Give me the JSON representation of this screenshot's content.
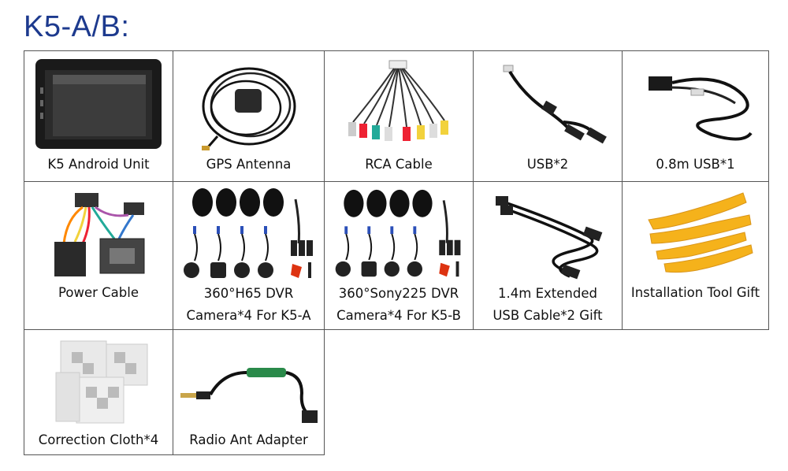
{
  "page": {
    "title": "K5-A/B:"
  },
  "items": [
    {
      "name": "k5-android-unit",
      "icon": "car-headunit-icon",
      "lines": [
        "K5 Android Unit"
      ]
    },
    {
      "name": "gps-antenna",
      "icon": "gps-antenna-icon",
      "lines": [
        "GPS Antenna"
      ]
    },
    {
      "name": "rca-cable",
      "icon": "rca-cable-icon",
      "lines": [
        "RCA Cable"
      ]
    },
    {
      "name": "usb-2",
      "icon": "usb-cable-icon",
      "lines": [
        "USB*2"
      ]
    },
    {
      "name": "usb-0-8m",
      "icon": "usb-cable-icon",
      "lines": [
        "0.8m USB*1"
      ]
    },
    {
      "name": "power-cable",
      "icon": "power-harness-icon",
      "lines": [
        "Power Cable"
      ]
    },
    {
      "name": "camera-h65",
      "icon": "camera-set-icon",
      "lines": [
        "360°H65 DVR",
        "Camera*4 For K5-A"
      ]
    },
    {
      "name": "camera-sony225",
      "icon": "camera-set-icon",
      "lines": [
        "360°Sony225 DVR",
        "Camera*4 For K5-B"
      ]
    },
    {
      "name": "usb-extended",
      "icon": "usb-cable-icon",
      "lines": [
        "1.4m Extended",
        "USB Cable*2 Gift"
      ]
    },
    {
      "name": "installation-tool",
      "icon": "pry-tool-icon",
      "lines": [
        "Installation Tool Gift"
      ]
    },
    {
      "name": "correction-cloth",
      "icon": "calibration-cloth-icon",
      "lines": [
        "Correction Cloth*4"
      ]
    },
    {
      "name": "radio-ant-adapter",
      "icon": "antenna-adapter-icon",
      "lines": [
        "Radio Ant Adapter"
      ]
    }
  ],
  "colors": {
    "title": "#1d3a8e",
    "border": "#555555",
    "tool": "#f5b21b"
  }
}
